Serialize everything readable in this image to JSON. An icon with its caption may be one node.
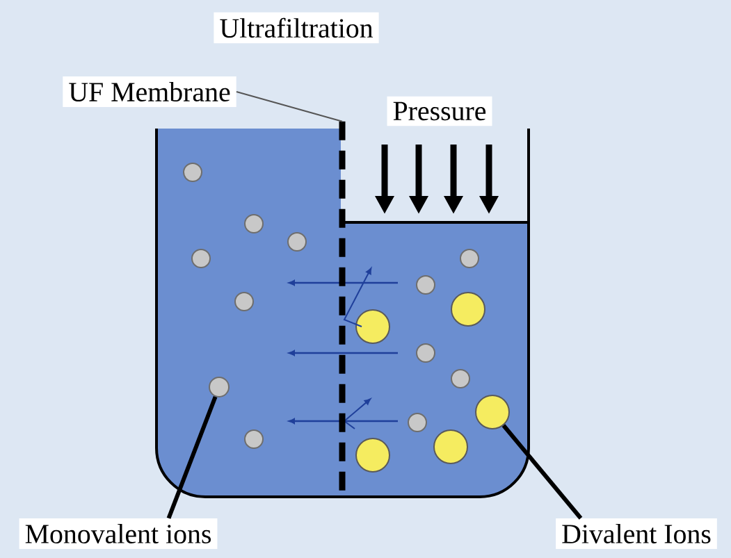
{
  "diagram": {
    "nodes": [
      {
        "text": [
          "Ultrafiltration"
        ]
      },
      {
        "text": [
          "UF Membrane"
        ]
      },
      {
        "text": [],
        "shape": "bar"
      },
      {
        "text": [
          "Pressure"
        ]
      },
      {
        "text": [
          "Monovalent ions"
        ]
      },
      {
        "text": [],
        "shape": "circle"
      },
      {
        "text": [
          "Divalent Ions"
        ]
      },
      {
        "text": [],
        "shape": "circle"
      }
    ],
    "edges": [
      {
        "from": 1,
        "to": 2,
        "arrow": "none",
        "color": "#555555"
      },
      {
        "from": 4,
        "to": 5,
        "arrow": "none"
      },
      {
        "from": 6,
        "to": 7,
        "arrow": "none"
      }
    ]
  }
}
